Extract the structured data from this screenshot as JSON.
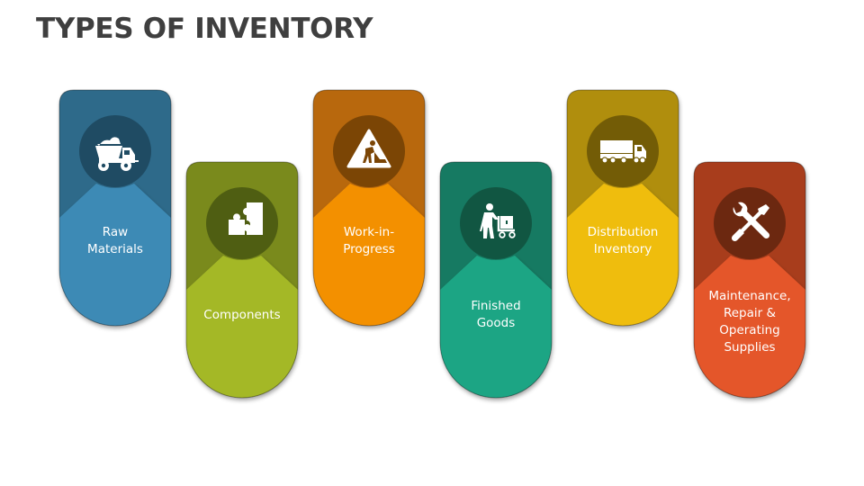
{
  "title": "TYPES OF INVENTORY",
  "items": [
    {
      "label_lines": [
        "Raw",
        "Materials"
      ],
      "icon": "dump-truck-icon",
      "colors": {
        "dark": "#2e6a8a",
        "light": "#3d8ab5",
        "circle": "#1f4b63"
      }
    },
    {
      "label_lines": [
        "Components"
      ],
      "icon": "puzzle-icon",
      "colors": {
        "dark": "#7a8a1c",
        "light": "#a4b828",
        "circle": "#4f5e12"
      }
    },
    {
      "label_lines": [
        "Work-in-",
        "Progress"
      ],
      "icon": "construction-sign-icon",
      "colors": {
        "dark": "#b8680a",
        "light": "#f39000",
        "circle": "#7b4505"
      }
    },
    {
      "label_lines": [
        "Finished",
        "Goods"
      ],
      "icon": "hand-truck-worker-icon",
      "colors": {
        "dark": "#187a62",
        "light": "#1ea584",
        "circle": "#115642"
      }
    },
    {
      "label_lines": [
        "Distribution",
        "Inventory"
      ],
      "icon": "semi-truck-icon",
      "colors": {
        "dark": "#b08e0a",
        "light": "#efbd10",
        "circle": "#735c06"
      }
    },
    {
      "label_lines": [
        "Maintenance,",
        "Repair &",
        "Operating",
        "Supplies"
      ],
      "icon": "wrench-screwdriver-icon",
      "colors": {
        "dark": "#a83e1a",
        "light": "#e4562a",
        "circle": "#6c2810"
      }
    }
  ]
}
